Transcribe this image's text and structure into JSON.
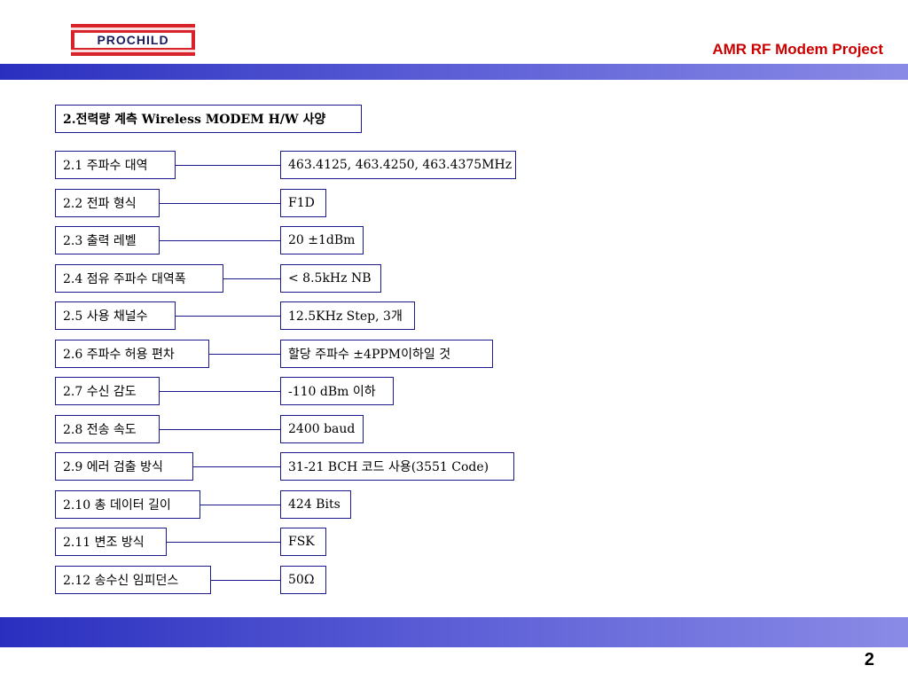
{
  "header": {
    "logo_text": "PROCHILD",
    "title": "AMR RF Modem Project"
  },
  "section": {
    "title": "2.전력량 계측 Wireless MODEM H/W 사양"
  },
  "specs": [
    {
      "label": "2.1 주파수 대역",
      "value": "463.4125, 463.4250, 463.4375MHz"
    },
    {
      "label": "2.2 전파 형식",
      "value": "F1D"
    },
    {
      "label": "2.3 출력 레벨",
      "value": "20 ±1dBm"
    },
    {
      "label": "2.4 점유 주파수 대역폭",
      "value": "< 8.5kHz NB"
    },
    {
      "label": "2.5 사용 채널수",
      "value": "12.5KHz Step, 3개"
    },
    {
      "label": "2.6 주파수 허용 편차",
      "value": "할당 주파수 ±4PPM이하일 것"
    },
    {
      "label": "2.7 수신 감도",
      "value": "-110 dBm 이하"
    },
    {
      "label": "2.8 전송 속도",
      "value": "2400 baud"
    },
    {
      "label": "2.9 에러 검출 방식",
      "value": "31-21 BCH 코드 사용(3551 Code)"
    },
    {
      "label": "2.10 총 데이터 길이",
      "value": "424 Bits"
    },
    {
      "label": "2.11 변조 방식",
      "value": "FSK"
    },
    {
      "label": "2.12 송수신 임피던스",
      "value": "50Ω"
    }
  ],
  "footer": {
    "page_number": "2"
  }
}
